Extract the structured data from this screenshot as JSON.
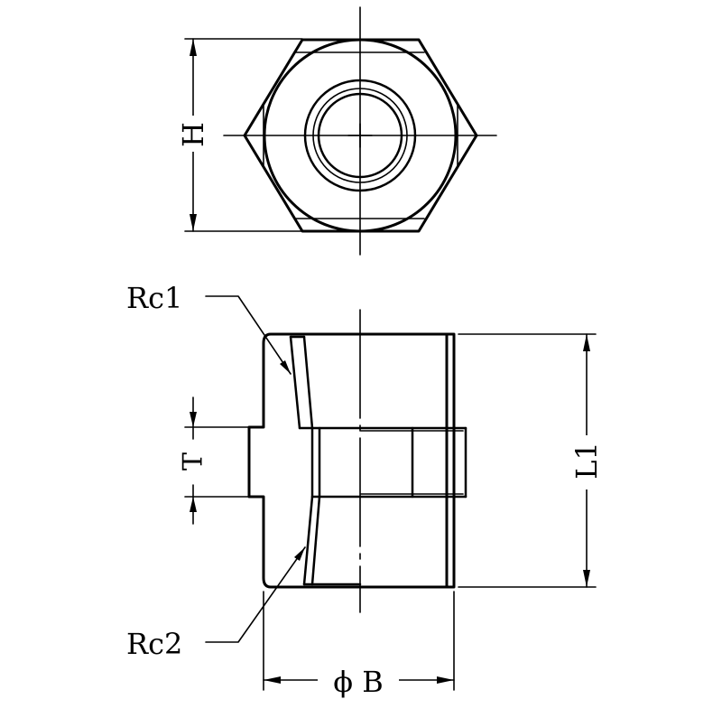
{
  "labels": {
    "height": "H",
    "thread_1": "Rc1",
    "thread_2": "Rc2",
    "thickness": "T",
    "length": "L1",
    "diameter": "ϕ B"
  },
  "colors": {
    "line": "#000000",
    "background": "#ffffff"
  }
}
